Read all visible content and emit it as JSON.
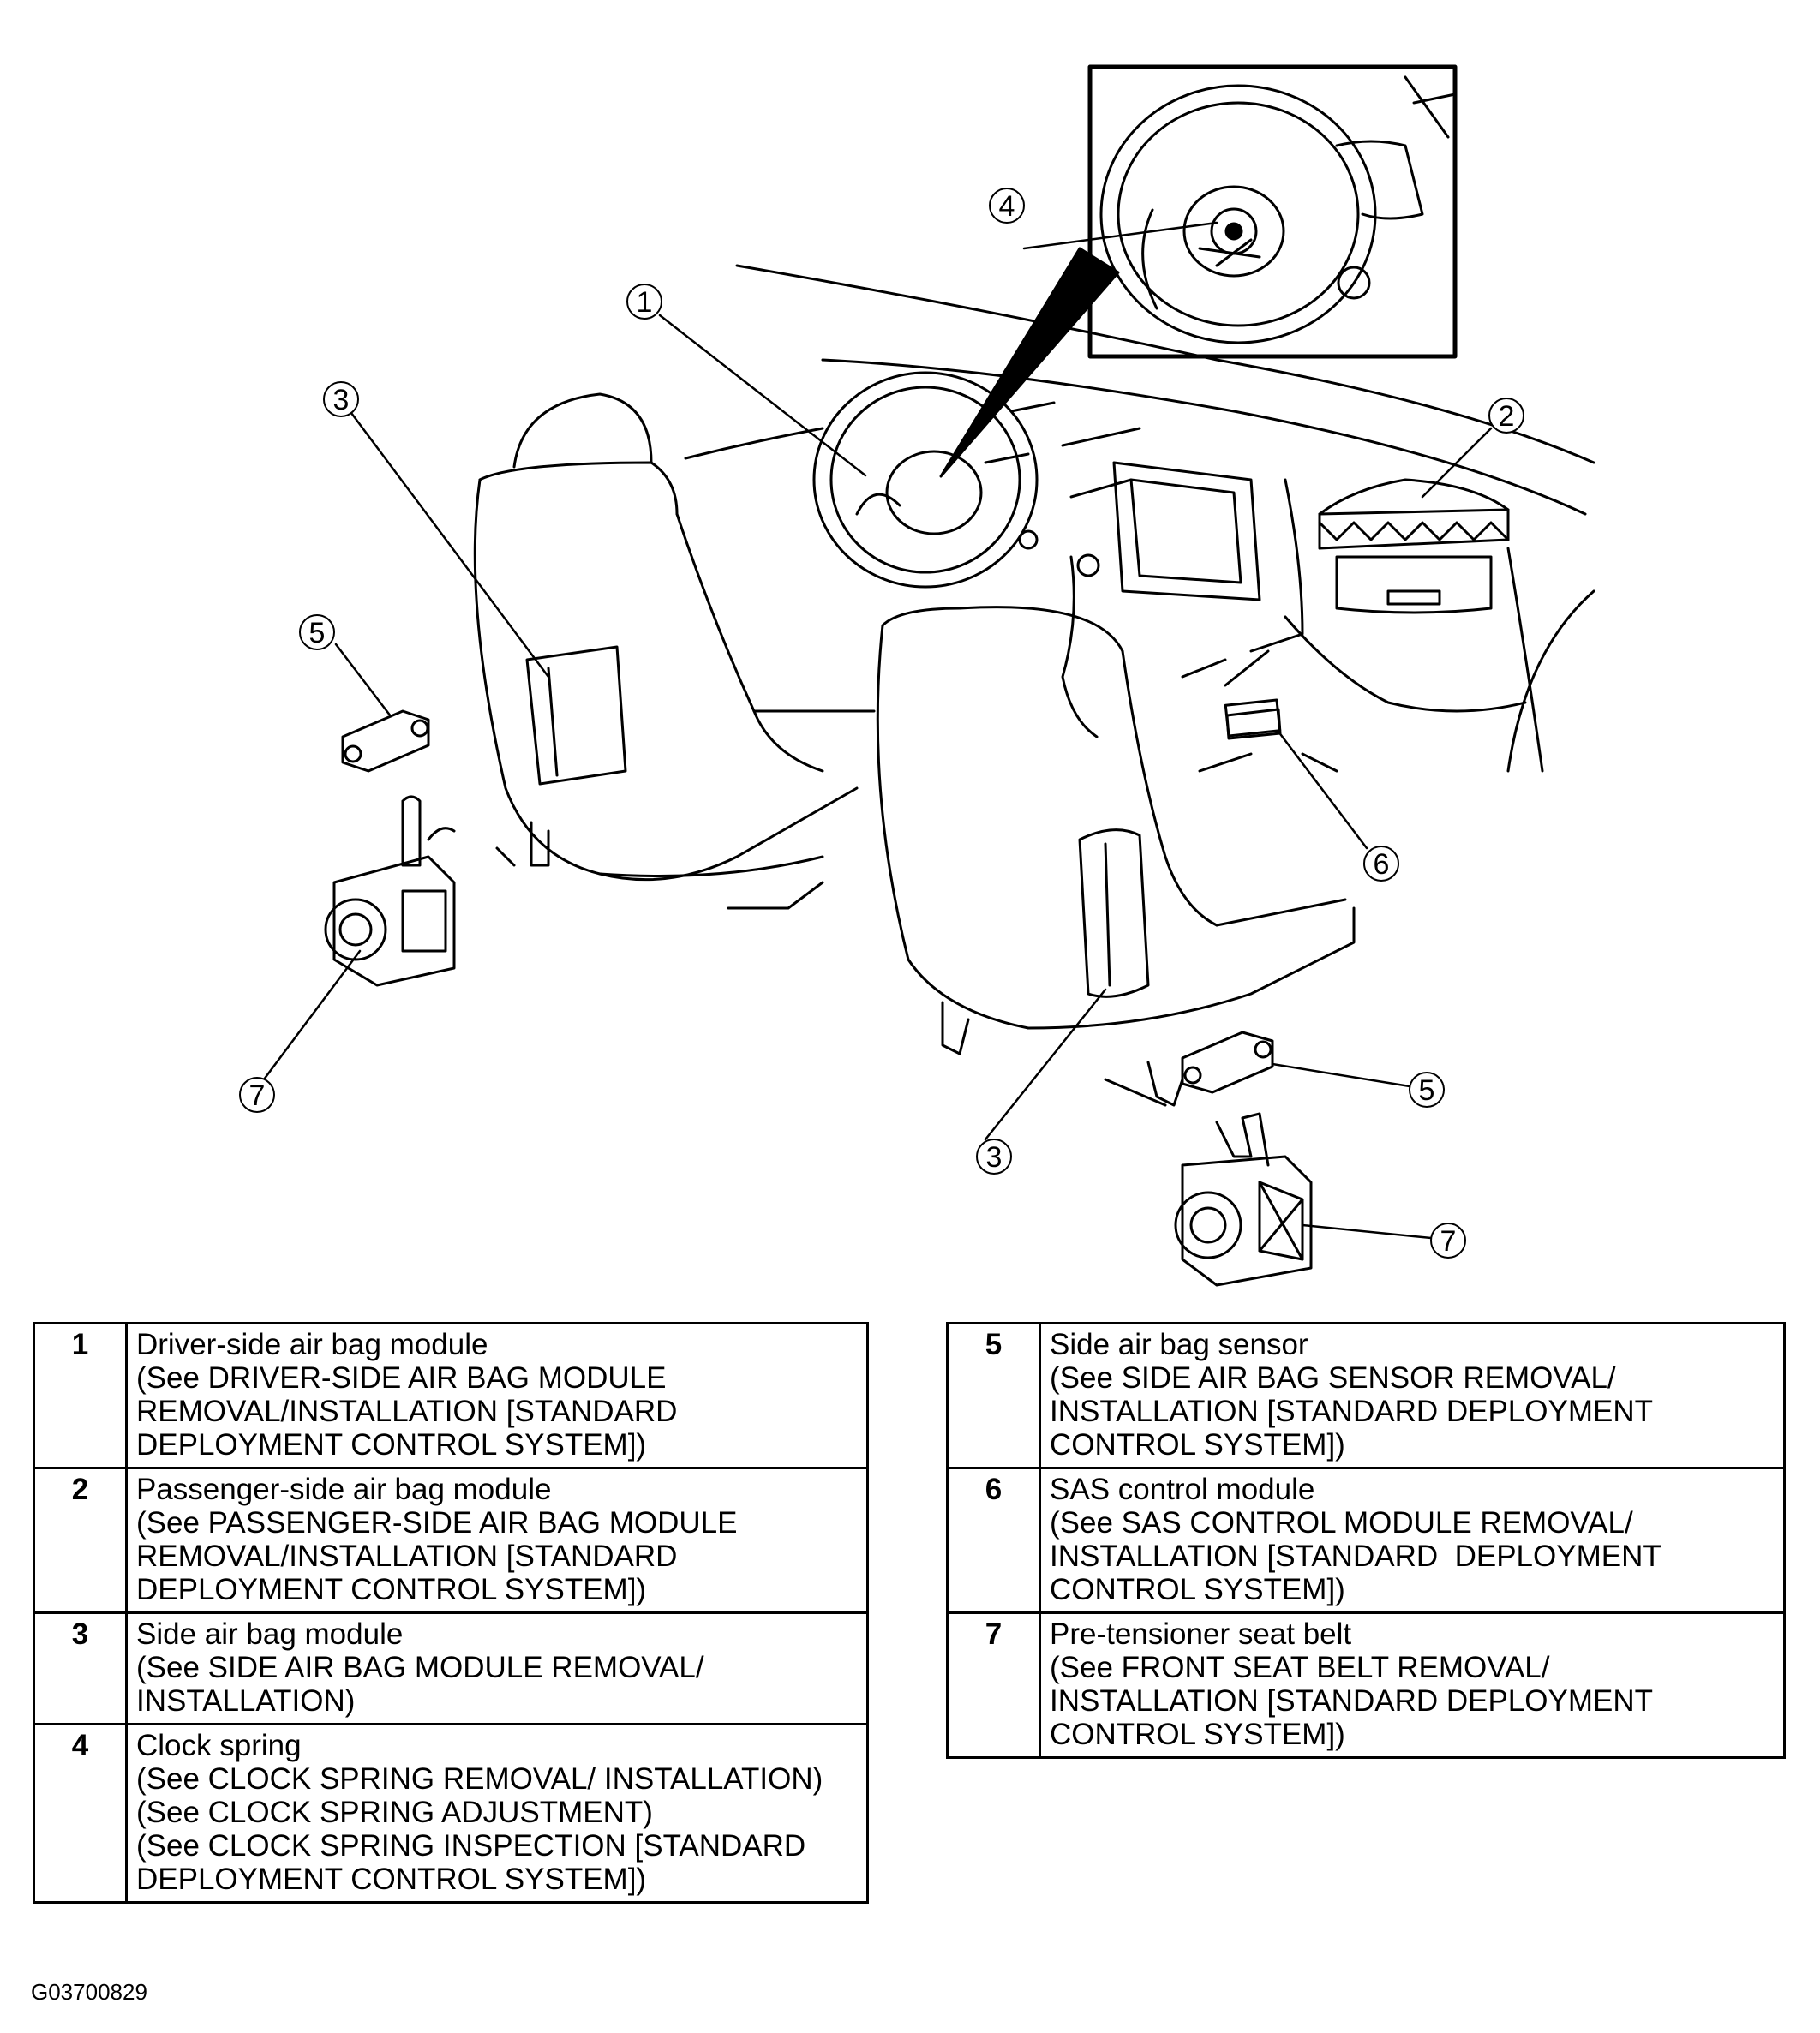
{
  "callouts": [
    "1",
    "2",
    "3",
    "4",
    "5",
    "6",
    "7"
  ],
  "figure_id": "G03700829",
  "parts_left": [
    {
      "number": "1",
      "name": "Driver-side air bag module",
      "refs": [
        "(See DRIVER-SIDE AIR BAG MODULE",
        "REMOVAL/INSTALLATION [STANDARD",
        "DEPLOYMENT CONTROL SYSTEM])"
      ]
    },
    {
      "number": "2",
      "name": "Passenger-side air bag module",
      "refs": [
        "(See PASSENGER-SIDE AIR BAG MODULE",
        "REMOVAL/INSTALLATION [STANDARD",
        "DEPLOYMENT CONTROL SYSTEM])"
      ]
    },
    {
      "number": "3",
      "name": "Side air bag module",
      "refs": [
        "(See SIDE AIR BAG MODULE REMOVAL/",
        "INSTALLATION)"
      ]
    },
    {
      "number": "4",
      "name": "Clock spring",
      "refs": [
        "(See CLOCK SPRING REMOVAL/ INSTALLATION)",
        "(See CLOCK SPRING ADJUSTMENT)",
        "(See CLOCK SPRING INSPECTION [STANDARD",
        "DEPLOYMENT CONTROL SYSTEM])"
      ]
    }
  ],
  "parts_right": [
    {
      "number": "5",
      "name": "Side air bag sensor",
      "refs": [
        "(See SIDE AIR BAG SENSOR REMOVAL/",
        "INSTALLATION [STANDARD DEPLOYMENT",
        "CONTROL SYSTEM])"
      ]
    },
    {
      "number": "6",
      "name": "SAS control module",
      "refs": [
        "(See SAS CONTROL MODULE REMOVAL/",
        "INSTALLATION [STANDARD  DEPLOYMENT",
        "CONTROL SYSTEM])"
      ]
    },
    {
      "number": "7",
      "name": "Pre-tensioner seat belt",
      "refs": [
        "(See FRONT SEAT BELT REMOVAL/",
        "INSTALLATION [STANDARD DEPLOYMENT",
        "CONTROL SYSTEM])"
      ]
    }
  ]
}
